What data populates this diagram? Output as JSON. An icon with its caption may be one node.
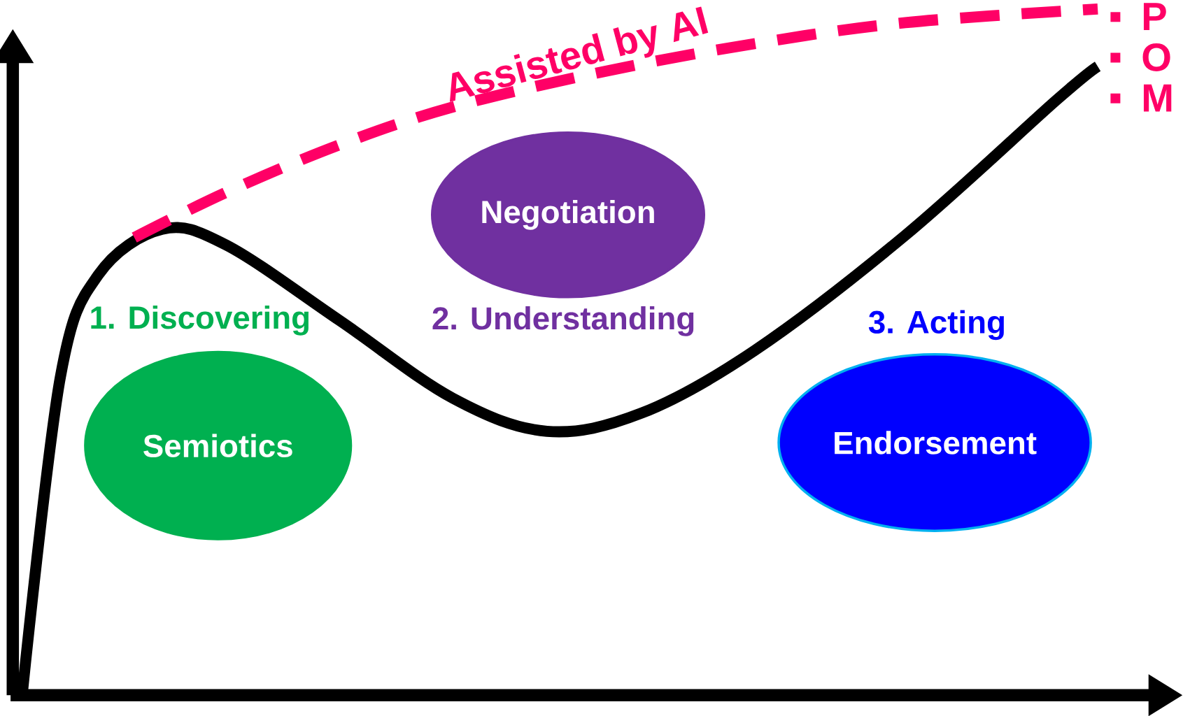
{
  "diagram": {
    "nodes": [
      {
        "text": [
          "Semiotics"
        ],
        "beside": [
          "1. Discovering"
        ]
      },
      {
        "text": [
          "Negotiation"
        ],
        "beside": [
          "2. Understanding"
        ]
      },
      {
        "text": [
          "Endorsement"
        ],
        "beside": [
          "3. Acting"
        ]
      }
    ],
    "edges": [],
    "labels": [
      "Assisted by AI",
      "P",
      "O",
      "M"
    ]
  }
}
